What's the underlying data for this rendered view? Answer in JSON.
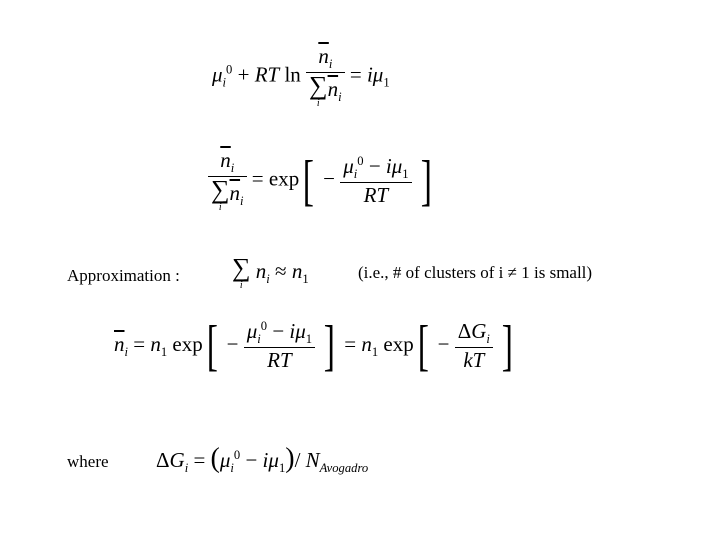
{
  "labels": {
    "approximation": "Approximation :",
    "clusters_note": "(i.e., # of clusters of i ≠ 1 is small)",
    "where": "where"
  },
  "symbols": {
    "mu": "μ",
    "sum": "∑",
    "approx": "≈",
    "minus": "−",
    "plus": "+",
    "eq": "=",
    "delta": "Δ"
  },
  "text": {
    "ln": "ln",
    "exp": "exp",
    "RT": "RT",
    "kT": "kT",
    "G": "G",
    "N_sub": "Avogadro",
    "n": "n",
    "i": "i",
    "one": "1",
    "zero": "0"
  }
}
